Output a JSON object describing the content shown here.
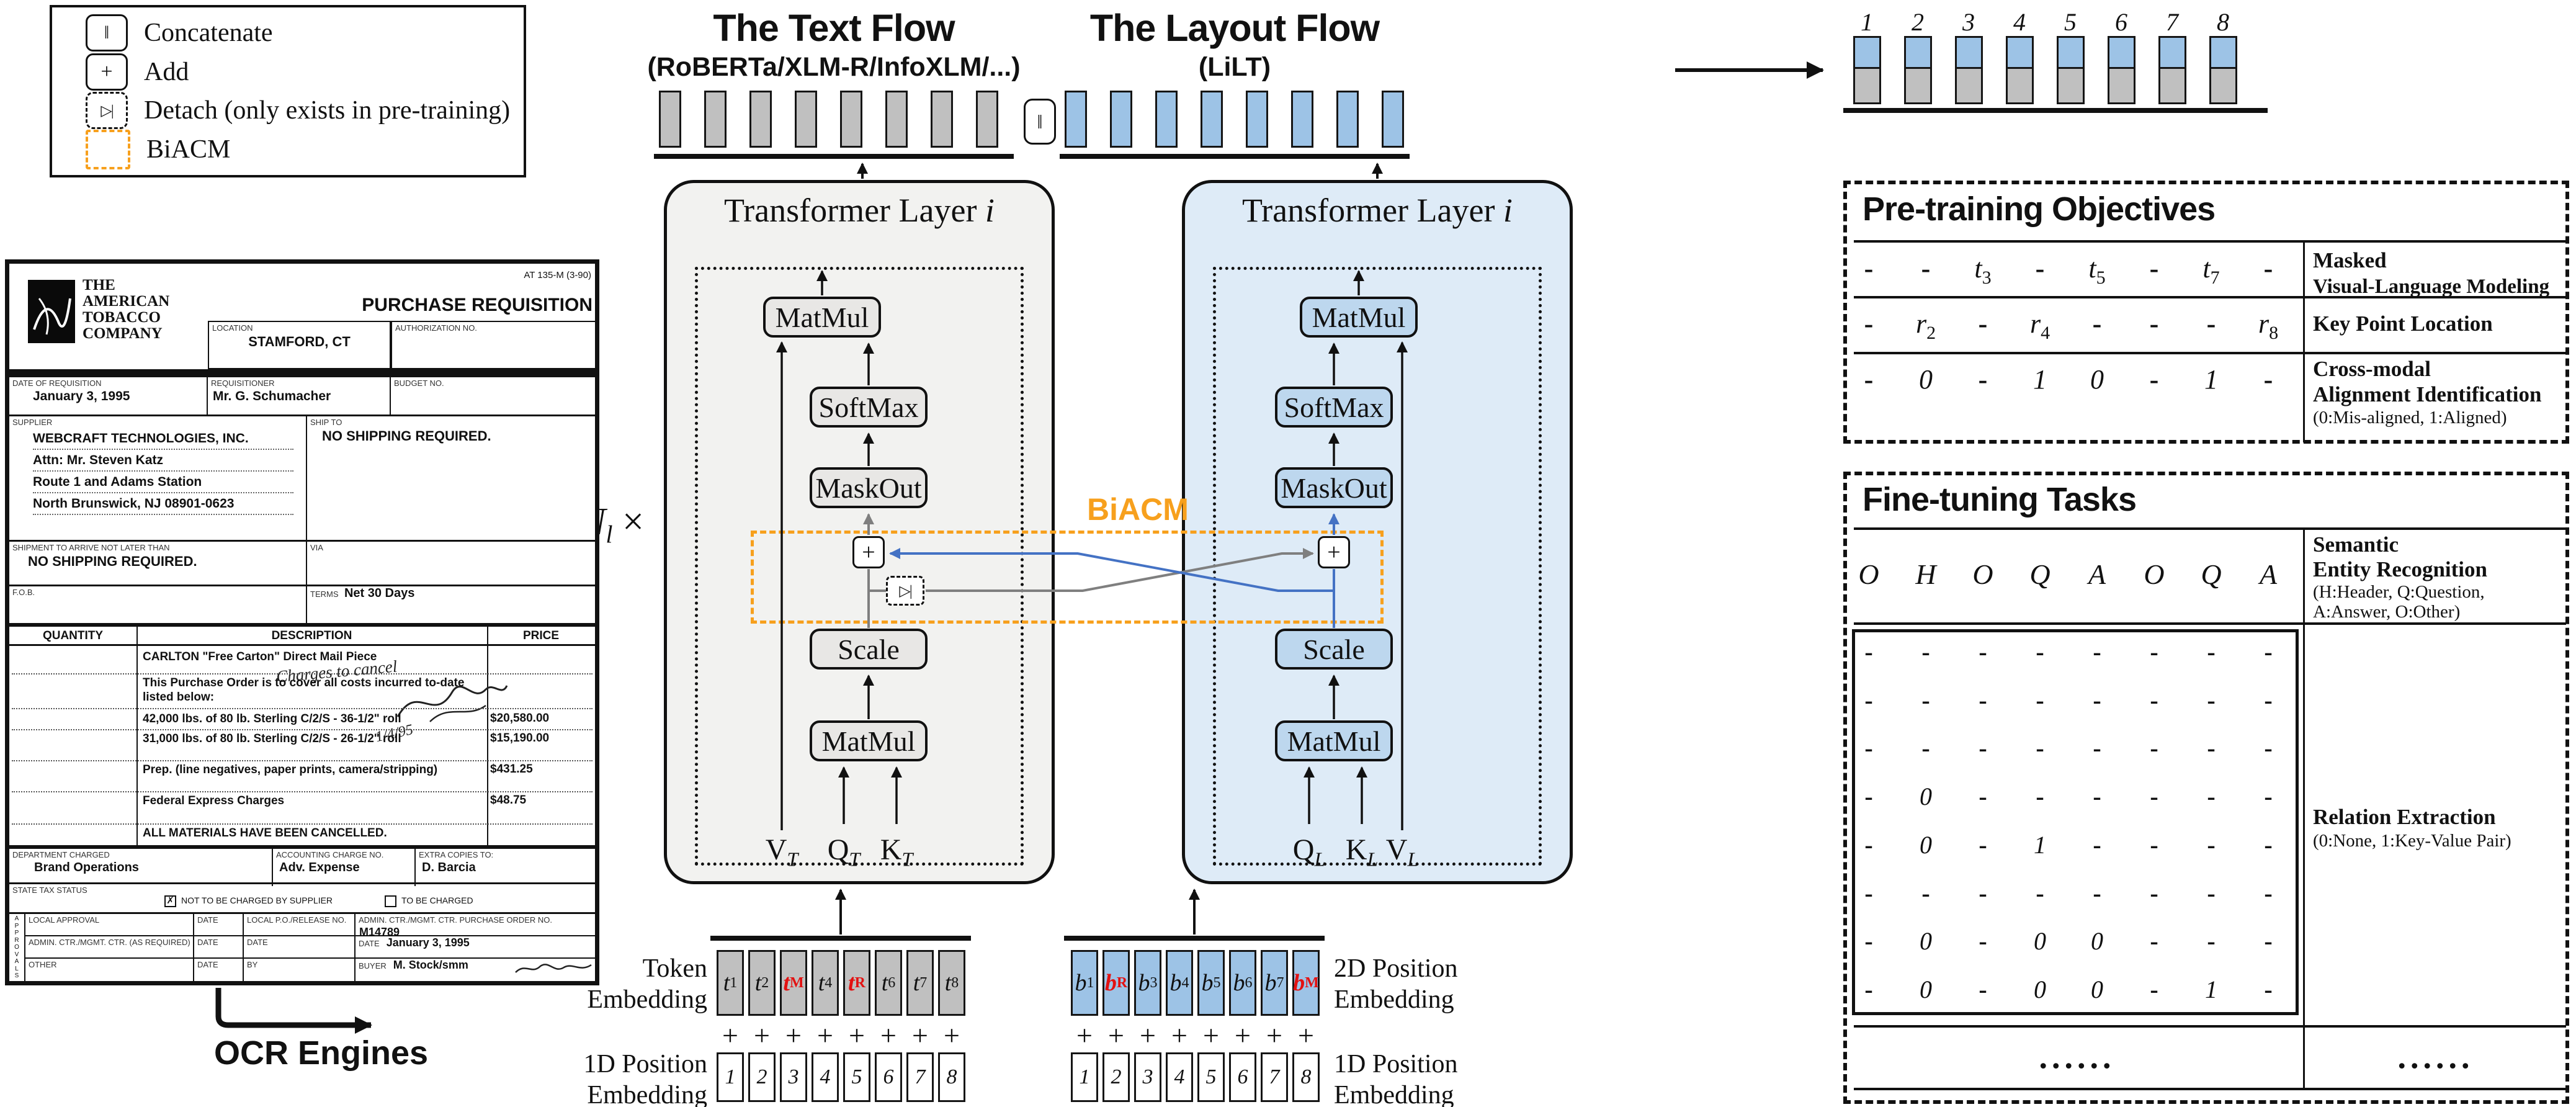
{
  "colors": {
    "orange": "#F7A01D",
    "wire_blue": "#4472C4",
    "wire_gray": "#7F7F7F",
    "red": "#E31111",
    "token_gray": "#C0C0C0",
    "token_blue": "#9DC3E6",
    "text_flow_bg": "#F2F2F0",
    "layout_flow_bg": "#DEEBF7",
    "text_block_bg": "#E8E7E5",
    "layout_block_bg": "#BDD7EE"
  },
  "legend": {
    "items": [
      {
        "icon": "concatenate-icon",
        "glyph": "‖",
        "label": "Concatenate"
      },
      {
        "icon": "add-icon",
        "glyph": "+",
        "label": "Add"
      },
      {
        "icon": "detach-icon",
        "glyph": "▷|",
        "label": "Detach (only exists in pre-training)"
      },
      {
        "icon": "biacm-icon",
        "glyph": "",
        "label": "BiACM"
      }
    ]
  },
  "flows": {
    "text": {
      "title": "The Text Flow",
      "subtitle": "(RoBERTa/XLM-R/InfoXLM/...)",
      "layer_title": {
        "text": "Transformer Layer",
        "var": "i"
      },
      "blocks": {
        "matmul_top": "MatMul",
        "softmax": "SoftMax",
        "maskout": "MaskOut",
        "plus": "+",
        "detach": "▷|",
        "scale": "Scale",
        "matmul_bottom": "MatMul"
      },
      "inputs": {
        "v": {
          "base": "V",
          "sub": "T"
        },
        "q": {
          "base": "Q",
          "sub": "T"
        },
        "k": {
          "base": "K",
          "sub": "T"
        }
      }
    },
    "layout": {
      "title": "The Layout Flow",
      "subtitle": "(LiLT)",
      "layer_title": {
        "text": "Transformer Layer",
        "var": "i"
      },
      "blocks": {
        "matmul_top": "MatMul",
        "softmax": "SoftMax",
        "maskout": "MaskOut",
        "plus": "+",
        "scale": "Scale",
        "matmul_bottom": "MatMul"
      },
      "inputs": {
        "q": {
          "base": "Q",
          "sub": "L"
        },
        "k": {
          "base": "K",
          "sub": "L"
        },
        "v": {
          "base": "V",
          "sub": "L"
        }
      }
    }
  },
  "multiplier": {
    "n": "N",
    "sub": "l",
    "times": "×"
  },
  "biacm": {
    "label": "BiACM"
  },
  "concat": {
    "glyph": "‖"
  },
  "ocr": {
    "label": "OCR Engines"
  },
  "output_tokens": {
    "numbers": [
      "1",
      "2",
      "3",
      "4",
      "5",
      "6",
      "7",
      "8"
    ]
  },
  "embeddings": {
    "labels": {
      "token": [
        "Token",
        "Embedding"
      ],
      "pos1d_left": [
        "1D Position",
        "Embedding"
      ],
      "pos2d": [
        "2D Position",
        "Embedding"
      ],
      "pos1d_right": [
        "1D Position",
        "Embedding"
      ]
    },
    "text_tokens": [
      {
        "base": "t",
        "sub": "1"
      },
      {
        "base": "t",
        "sub": "2"
      },
      {
        "base": "t",
        "sub": "M",
        "red": true
      },
      {
        "base": "t",
        "sub": "4"
      },
      {
        "base": "t",
        "sub": "R",
        "red": true
      },
      {
        "base": "t",
        "sub": "6"
      },
      {
        "base": "t",
        "sub": "7"
      },
      {
        "base": "t",
        "sub": "8"
      }
    ],
    "layout_tokens": [
      {
        "base": "b",
        "sub": "1"
      },
      {
        "base": "b",
        "sub": "R",
        "red": true
      },
      {
        "base": "b",
        "sub": "3"
      },
      {
        "base": "b",
        "sub": "4"
      },
      {
        "base": "b",
        "sub": "5"
      },
      {
        "base": "b",
        "sub": "6"
      },
      {
        "base": "b",
        "sub": "7"
      },
      {
        "base": "b",
        "sub": "M",
        "red": true
      }
    ],
    "plus": "+",
    "positions": [
      "1",
      "2",
      "3",
      "4",
      "5",
      "6",
      "7",
      "8"
    ]
  },
  "pretraining": {
    "title": "Pre-training Objectives",
    "rows": [
      {
        "cells": [
          {
            "t": "-"
          },
          {
            "t": "-"
          },
          {
            "t": "t",
            "s": "3"
          },
          {
            "t": "-"
          },
          {
            "t": "t",
            "s": "5"
          },
          {
            "t": "-"
          },
          {
            "t": "t",
            "s": "7"
          },
          {
            "t": "-"
          }
        ],
        "label": [
          "Masked",
          "Visual-Language Modeling"
        ],
        "note": []
      },
      {
        "cells": [
          {
            "t": "-"
          },
          {
            "t": "r",
            "s": "2"
          },
          {
            "t": "-"
          },
          {
            "t": "r",
            "s": "4"
          },
          {
            "t": "-"
          },
          {
            "t": "-"
          },
          {
            "t": "-"
          },
          {
            "t": "r",
            "s": "8"
          }
        ],
        "label": [
          "Key Point Location"
        ],
        "note": []
      },
      {
        "cells": [
          {
            "t": "-"
          },
          {
            "t": "0"
          },
          {
            "t": "-"
          },
          {
            "t": "1"
          },
          {
            "t": "0"
          },
          {
            "t": "-"
          },
          {
            "t": "1"
          },
          {
            "t": "-"
          }
        ],
        "label": [
          "Cross-modal",
          "Alignment Identification"
        ],
        "note": [
          "(0:Mis-aligned, 1:Aligned)"
        ]
      }
    ]
  },
  "finetuning": {
    "title": "Fine-tuning Tasks",
    "ser": {
      "cells": [
        "O",
        "H",
        "O",
        "Q",
        "A",
        "O",
        "Q",
        "A"
      ],
      "label": [
        "Semantic",
        "Entity Recognition"
      ],
      "note": [
        "(H:Header, Q:Question,",
        " A:Answer, O:Other)"
      ]
    },
    "re": {
      "label": [
        "Relation Extraction"
      ],
      "note": [
        "(0:None, 1:Key-Value Pair)"
      ],
      "matrix": [
        [
          "-",
          "-",
          "-",
          "-",
          "-",
          "-",
          "-",
          "-"
        ],
        [
          "-",
          "-",
          "-",
          "-",
          "-",
          "-",
          "-",
          "-"
        ],
        [
          "-",
          "-",
          "-",
          "-",
          "-",
          "-",
          "-",
          "-"
        ],
        [
          "-",
          "0",
          "-",
          "-",
          "-",
          "-",
          "-",
          "-"
        ],
        [
          "-",
          "0",
          "-",
          "1",
          "-",
          "-",
          "-",
          "-"
        ],
        [
          "-",
          "-",
          "-",
          "-",
          "-",
          "-",
          "-",
          "-"
        ],
        [
          "-",
          "0",
          "-",
          "0",
          "0",
          "-",
          "-",
          "-"
        ],
        [
          "-",
          "0",
          "-",
          "0",
          "0",
          "-",
          "1",
          "-"
        ]
      ]
    },
    "dots": "......"
  },
  "document": {
    "form_code": "AT 135-M (3-90)",
    "company": [
      "THE",
      "AMERICAN",
      "TOBACCO",
      "COMPANY"
    ],
    "title": "PURCHASE REQUISITION",
    "location_label": "LOCATION",
    "location": "STAMFORD, CT",
    "auth_label": "AUTHORIZATION NO.",
    "date_label": "DATE OF REQUISITION",
    "date": "January 3, 1995",
    "req_label": "REQUISITIONER",
    "requisitioner": "Mr. G. Schumacher",
    "budget_label": "BUDGET NO.",
    "supplier_label": "SUPPLIER",
    "supplier": [
      "WEBCRAFT TECHNOLOGIES, INC.",
      "Attn: Mr. Steven Katz",
      "Route 1 and Adams Station",
      "North Brunswick, NJ 08901-0623"
    ],
    "shipto_label": "SHIP TO",
    "shipto": "NO SHIPPING REQUIRED.",
    "arrive_label": "SHIPMENT TO ARRIVE NOT LATER THAN",
    "arrive": "NO SHIPPING REQUIRED.",
    "via_label": "VIA",
    "fob_label": "F.O.B.",
    "terms_label": "TERMS",
    "terms": "Net 30 Days",
    "qty_header": "QUANTITY",
    "desc_header": "DESCRIPTION",
    "price_header": "PRICE",
    "lines": [
      {
        "desc": "CARLTON \"Free Carton\" Direct Mail Piece",
        "price": ""
      },
      {
        "desc": "This Purchase Order is to cover all costs incurred to-date listed below:",
        "price": ""
      },
      {
        "desc": "42,000 lbs. of 80 lb. Sterling C/2/S - 36-1/2\" roll",
        "price": "$20,580.00"
      },
      {
        "desc": "31,000 lbs. of 80 lb. Sterling C/2/S - 26-1/2\" roll",
        "price": "$15,190.00"
      },
      {
        "desc": "Prep. (line negatives, paper prints, camera/stripping)",
        "price": "$431.25"
      },
      {
        "desc": "Federal Express Charges",
        "price": "$48.75"
      },
      {
        "desc": "ALL MATERIALS HAVE BEEN CANCELLED.",
        "price": ""
      }
    ],
    "handwriting": {
      "note": "Charges to cancel",
      "date": "1/4/95"
    },
    "dept_label": "DEPARTMENT CHARGED",
    "dept": "Brand Operations",
    "acct_label": "ACCOUNTING CHARGE NO.",
    "acct": "Adv. Expense",
    "copies_label": "EXTRA COPIES TO:",
    "copies": "D. Barcia",
    "tax_label": "STATE TAX STATUS",
    "tax_option1": "NOT TO BE CHARGED BY SUPPLIER",
    "tax_option2": "TO BE CHARGED",
    "approvals_label": "APPROVALS",
    "approval_rows": [
      {
        "c1": "LOCAL APPROVAL",
        "c2": "DATE",
        "c3": "LOCAL P.O./RELEASE NO.",
        "c4l": "ADMIN. CTR./MGMT. CTR. PURCHASE ORDER NO.",
        "c4v": "M14789"
      },
      {
        "c1": "ADMIN. CTR./MGMT. CTR. (AS REQUIRED)",
        "c2": "DATE",
        "c3": "DATE",
        "c4l": "DATE",
        "c4v": "January 3, 1995"
      },
      {
        "c1": "OTHER",
        "c2": "DATE",
        "c3": "BY",
        "c4l": "BUYER",
        "c4v": "M. Stock/smm"
      }
    ]
  }
}
